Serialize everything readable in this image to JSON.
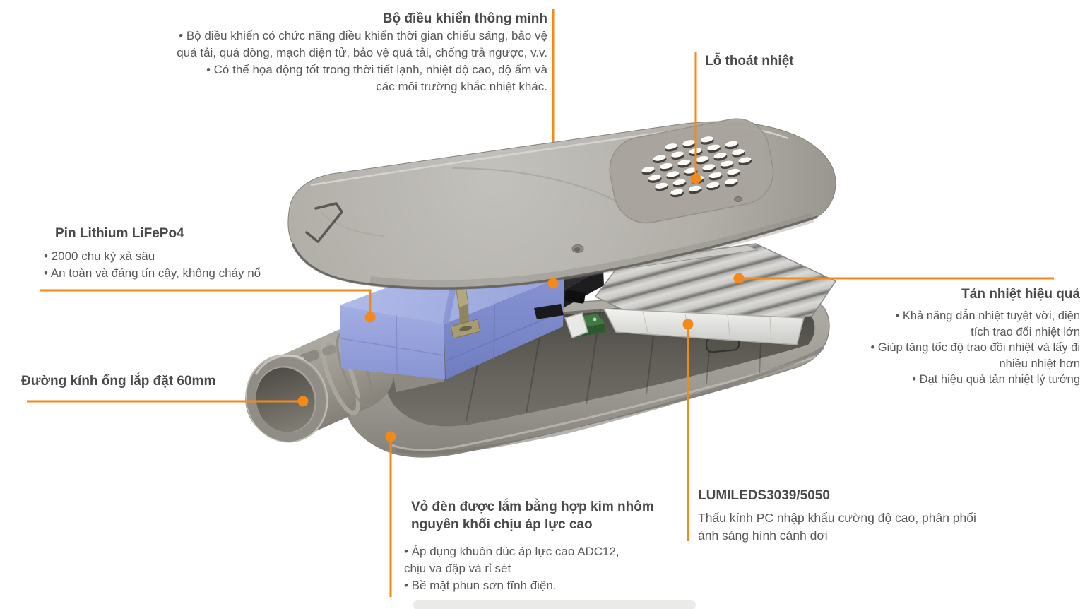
{
  "colors": {
    "accent": "#F28A1A",
    "title_text": "#48494B",
    "body_text": "#57585A"
  },
  "callouts": {
    "controller": {
      "title": "Bộ điều khiển thông minh",
      "lines": [
        "• Bộ điều khiển có chức năng điều khiển thời gian chiếu sáng, bảo vệ",
        "quá tải, quá dòng, mạch điện tử, bảo vệ quá tải, chống trả ngược, v.v.",
        "• Có thể họa động tốt trong thời tiết lạnh, nhiệt độ cao, độ ẩm và",
        "các môi trường khắc nhiệt khác."
      ]
    },
    "vent": {
      "title": "Lỗ thoát nhiệt"
    },
    "battery": {
      "title": "Pin Lithium LiFePo4",
      "lines": [
        "• 2000 chu kỳ xả sâu",
        "• An toàn và đáng tín cậy, không cháy nổ"
      ]
    },
    "pole": {
      "title": "Đường kính ống lắp đặt 60mm"
    },
    "heatsink": {
      "title": "Tản nhiệt hiệu quả",
      "lines": [
        "• Khả năng dẫn nhiệt tuyệt vời, diện",
        "tích trao đổi nhiệt lớn",
        "• Giúp tăng tốc độ trao đồi nhiệt và lấy đi",
        "nhiều nhiệt hơn",
        "• Đạt hiệu quả tản nhiệt lý tưởng"
      ]
    },
    "housing": {
      "title_line1": "Vỏ đèn được lắm bằng hợp kim nhôm",
      "title_line2": "nguyên khối chịu áp lực cao",
      "lines": [
        "• Áp dụng khuôn đúc áp lực cao ADC12,",
        "chịu va đập và rỉ sét",
        "• Bề mặt phun sơn tĩnh điện."
      ]
    },
    "led": {
      "title": "LUMILEDS3039/5050",
      "lines": [
        "Thấu kính PC nhập khẩu cường độ cao, phân phối",
        "ánh sáng hình cánh dơi"
      ]
    }
  }
}
